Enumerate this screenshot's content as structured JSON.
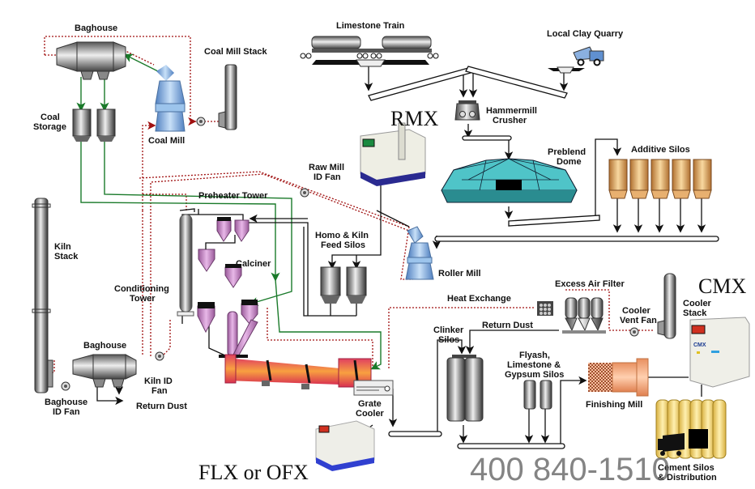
{
  "title": "Cement Plant Process Flow",
  "watermark": "400 840-1510",
  "analyzers": {
    "rmx": "RMX",
    "cmx": "CMX",
    "flx": "FLX or OFX",
    "cmx_badge": "CMX"
  },
  "labels": {
    "baghouse_top": "Baghouse",
    "coal_mill_stack": "Coal Mill Stack",
    "coal_storage_1": "Coal",
    "coal_storage_2": "Storage",
    "coal_mill": "Coal Mill",
    "limestone_train": "Limestone Train",
    "local_clay_quarry": "Local Clay Quarry",
    "hammermill_1": "Hammermill",
    "hammermill_2": "Crusher",
    "preblend_1": "Preblend",
    "preblend_2": "Dome",
    "additive_silos": "Additive Silos",
    "raw_mill_id_fan_1": "Raw Mill",
    "raw_mill_id_fan_2": "ID Fan",
    "preheater_tower": "Preheater Tower",
    "kiln_stack_1": "Kiln",
    "kiln_stack_2": "Stack",
    "homo_1": "Homo & Kiln",
    "homo_2": "Feed Silos",
    "calciner": "Calciner",
    "roller_mill": "Roller Mill",
    "conditioning_1": "Conditioning",
    "conditioning_2": "Tower",
    "baghouse_bottom": "Baghouse",
    "kiln_id_fan_1": "Kiln ID",
    "kiln_id_fan_2": "Fan",
    "baghouse_id_fan_1": "Baghouse",
    "baghouse_id_fan_2": "ID Fan",
    "return_dust_left": "Return Dust",
    "grate_cooler_1": "Grate",
    "grate_cooler_2": "Cooler",
    "heat_exchange": "Heat Exchange",
    "excess_air_filter": "Excess Air Filter",
    "cooler_vent_fan_1": "Cooler",
    "cooler_vent_fan_2": "Vent Fan",
    "cooler_stack_1": "Cooler",
    "cooler_stack_2": "Stack",
    "return_dust_right": "Return Dust",
    "clinker_silos_1": "Clinker",
    "clinker_silos_2": "Silos",
    "flyash_1": "Flyash,",
    "flyash_2": "Limestone &",
    "flyash_3": "Gypsum Silos",
    "finishing_mill": "Finishing Mill",
    "cement_silos_1": "Cement Silos",
    "cement_silos_2": "& Distribution"
  },
  "colors": {
    "material_flow": "#111111",
    "coal_flow": "#1a7a2a",
    "gas_flow": "#a01010",
    "preheater": "#c98ac8",
    "kiln": "#f07040",
    "dome": "#4fc4c8",
    "additive_silo": "#d89850",
    "cement_silo": "#f0d070",
    "mill_blue": "#7fb0e0"
  }
}
